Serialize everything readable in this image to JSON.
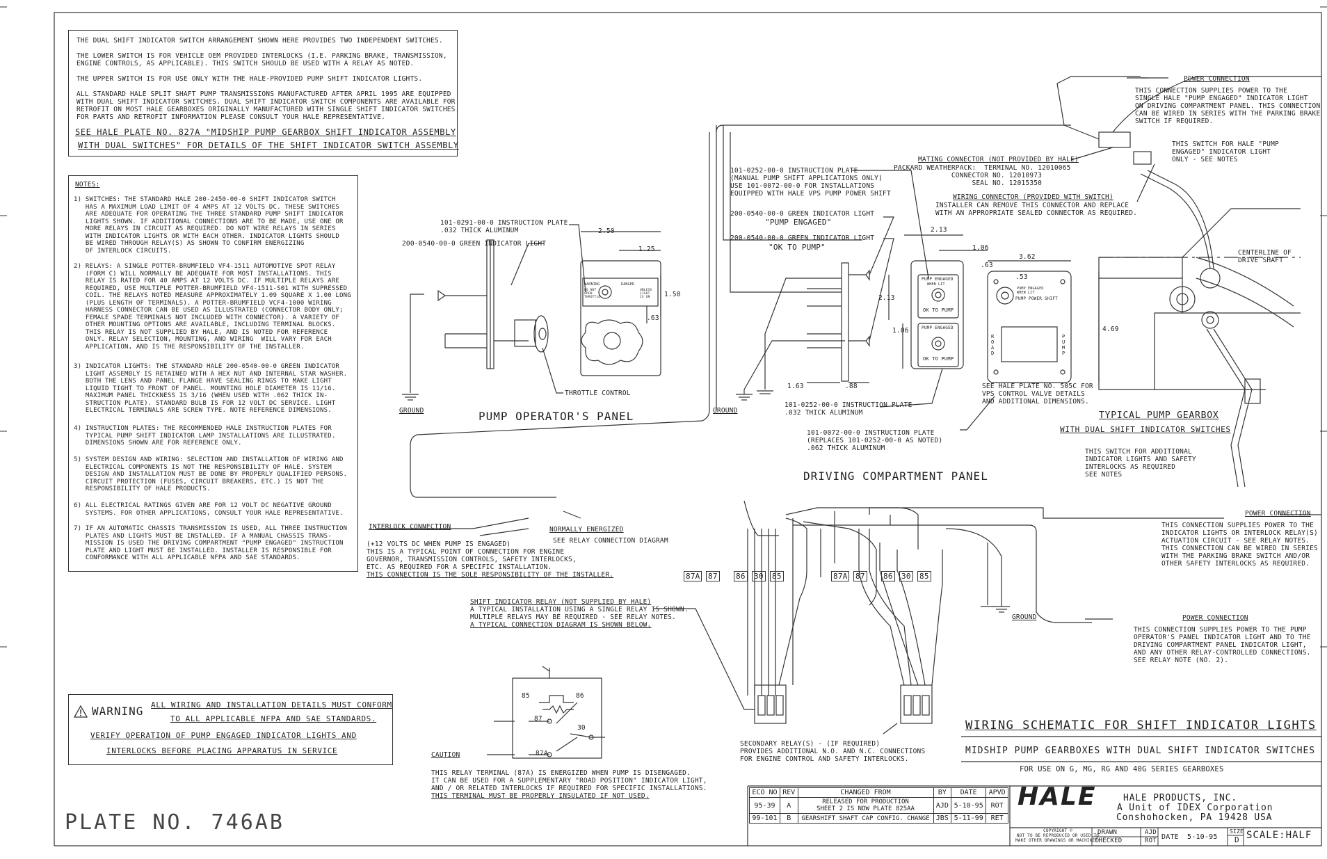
{
  "intro_box": {
    "line1": "THE DUAL SHIFT INDICATOR SWITCH ARRANGEMENT SHOWN HERE PROVIDES TWO INDEPENDENT SWITCHES.",
    "para2": "THE LOWER SWITCH IS FOR VEHICLE OEM PROVIDED INTERLOCKS (I.E. PARKING BRAKE, TRANSMISSION,\nENGINE CONTROLS, AS APPLICABLE). THIS SWITCH SHOULD BE USED WITH A RELAY AS NOTED.",
    "para3": "THE UPPER SWITCH IS FOR USE ONLY WITH THE HALE-PROVIDED PUMP SHIFT INDICATOR LIGHTS.",
    "para4": "ALL STANDARD HALE SPLIT SHAFT PUMP TRANSMISSIONS MANUFACTURED AFTER APRIL 1995 ARE EQUIPPED\nWITH DUAL SHIFT INDICATOR SWITCHES. DUAL SHIFT INDICATOR SWITCH COMPONENTS ARE AVAILABLE FOR\nRETROFIT ON MOST HALE GEARBOXES ORIGINALLY MANUFACTURED WITH SINGLE SHIFT INDICATOR SWITCHES.\nFOR PARTS AND RETROFIT INFORMATION PLEASE CONSULT YOUR HALE REPRESENTATIVE.",
    "see1": "SEE HALE PLATE NO. 827A \"MIDSHIP PUMP GEARBOX SHIFT INDICATOR ASSEMBLY",
    "see2": "WITH DUAL SWITCHES\" FOR DETAILS OF THE SHIFT INDICATOR SWITCH ASSEMBLY"
  },
  "notes": {
    "heading": "NOTES:",
    "n1": "1) SWITCHES: THE STANDARD HALE 200-2450-00-0 SHIFT INDICATOR SWITCH\n   HAS A MAXIMUM LOAD LIMIT OF 4 AMPS AT 12 VOLTS DC. THESE SWITCHES\n   ARE ADEQUATE FOR OPERATING THE THREE STANDARD PUMP SHIFT INDICATOR\n   LIGHTS SHOWN. IF ADDITIONAL CONNECTIONS ARE TO BE MADE, USE ONE OR\n   MORE RELAYS IN CIRCUIT AS REQUIRED. DO NOT WIRE RELAYS IN SERIES\n   WITH INDICATOR LIGHTS OR WITH EACH OTHER. INDICATOR LIGHTS SHOULD\n   BE WIRED THROUGH RELAY(S) AS SHOWN TO CONFIRM ENERGIZING\n   OF INTERLOCK CIRCUITS.",
    "n2": "2) RELAYS: A SINGLE POTTER-BRUMFIELD VF4-1511 AUTOMOTIVE SPOT RELAY\n   (FORM C) WILL NORMALLY BE ADEQUATE FOR MOST INSTALLATIONS. THIS\n   RELAY IS RATED FOR 40 AMPS AT 12 VOLTS DC. IF MULTIPLE RELAYS ARE\n   REQUIRED, USE MULTIPLE POTTER-BRUMFIELD VF4-1511-S01 WITH SUPRESSED\n   COIL. THE RELAYS NOTED MEASURE APPROXIMATELY 1.09 SQUARE X 1.00 LONG\n   (PLUS LENGTH OF TERMINALS). A POTTER-BRUMFIELD VCF4-1000 WIRING\n   HARNESS CONNECTOR CAN BE USED AS ILLUSTRATED (CONNECTOR BODY ONLY;\n   FEMALE SPADE TERMINALS NOT INCLUDED WITH CONNECTOR). A VARIETY OF\n   OTHER MOUNTING OPTIONS ARE AVAILABLE, INCLUDING TERMINAL BLOCKS.\n   THIS RELAY IS NOT SUPPLIED BY HALE, AND IS NOTED FOR REFERENCE\n   ONLY. RELAY SELECTION, MOUNTING, AND WIRING  WILL VARY FOR EACH\n   APPLICATION, AND IS THE RESPONSIBILITY OF THE INSTALLER.",
    "n3": "3) INDICATOR LIGHTS: THE STANDARD HALE 200-0540-00-0 GREEN INDICATOR\n   LIGHT ASSEMBLY IS RETAINED WITH A HEX NUT AND INTERNAL STAR WASHER.\n   BOTH THE LENS AND PANEL FLANGE HAVE SEALING RINGS TO MAKE LIGHT\n   LIQUID TIGHT TO FRONT OF PANEL. MOUNTING HOLE DIAMETER IS 11/16.\n   MAXIMUM PANEL THICKNESS IS 3/16 (WHEN USED WITH .062 THICK IN-\n   STRUCTION PLATE). STANDARD BULB IS FOR 12 VOLT DC SERVICE. LIGHT\n   ELECTRICAL TERMINALS ARE SCREW TYPE. NOTE REFERENCE DIMENSIONS.",
    "n4": "4) INSTRUCTION PLATES: THE RECOMMENDED HALE INSTRUCTION PLATES FOR\n   TYPICAL PUMP SHIFT INDICATOR LAMP INSTALLATIONS ARE ILLUSTRATED.\n   DIMENSIONS SHOWN ARE FOR REFERENCE ONLY.",
    "n5": "5) SYSTEM DESIGN AND WIRING: SELECTION AND INSTALLATION OF WIRING AND\n   ELECTRICAL COMPONENTS IS NOT THE RESPONSIBILITY OF HALE. SYSTEM\n   DESIGN AND INSTALLATION MUST BE DONE BY PROPERLY QUALIFIED PERSONS.\n   CIRCUIT PROTECTION (FUSES, CIRCUIT BREAKERS, ETC.) IS NOT THE\n   RESPONSIBILITY OF HALE PRODUCTS.",
    "n6": "6) ALL ELECTRICAL RATINGS GIVEN ARE FOR 12 VOLT DC NEGATIVE GROUND\n   SYSTEMS. FOR OTHER APPLICATIONS, CONSULT YOUR HALE REPRESENTATIVE.",
    "n7": "7) IF AN AUTOMATIC CHASSIS TRANSMISSION IS USED, ALL THREE INSTRUCTION\n   PLATES AND LIGHTS MUST BE INSTALLED. IF A MANUAL CHASSIS TRANS-\n   MISSION IS USED THE DRIVING COMPARTMENT \"PUMP ENGAGED\" INSTRUCTION\n   PLATE AND LIGHT MUST BE INSTALLED. INSTALLER IS RESPONSIBLE FOR\n   CONFORMANCE WITH ALL APPLICABLE NFPA AND SAE STANDARDS."
  },
  "warning": {
    "label": "WARNING",
    "l1": "ALL WIRING AND INSTALLATION DETAILS MUST CONFORM",
    "l2": "TO ALL APPLICABLE NFPA AND SAE STANDARDS.",
    "l3": "VERIFY OPERATION OF PUMP ENGAGED INDICATOR LIGHTS AND",
    "l4": "INTERLOCKS BEFORE PLACING APPARATUS IN SERVICE"
  },
  "plate_no": "PLATE NO. 746AB",
  "pump_panel": {
    "title": "PUMP OPERATOR'S PANEL",
    "plate_label": "101-0291-00-0 INSTRUCTION PLATE\n.032 THICK ALUMINUM",
    "light_label": "200-0540-00-0 GREEN INDICATOR LIGHT",
    "throttle": "THROTTLE CONTROL",
    "ground": "GROUND",
    "dim_250": "2.50",
    "dim_125": "1.25",
    "dim_150": "1.50",
    "dim_063": ".63",
    "warn1": "WARNING",
    "warn2": "DANGER",
    "warn_small": "DO NOT\nOPEN\nTHROTTLE",
    "warn_small2": "UNLESS\nLIGHT\nIS ON"
  },
  "driving_panel": {
    "title": "DRIVING COMPARTMENT PANEL",
    "plate_label": "101-0252-00-0 INSTRUCTION PLATE\n(MANUAL PUMP SHIFT APPLICATIONS ONLY)\nUSE 101-0072-00-0 FOR INSTALLATIONS\nEQUIPPED WITH HALE VPS PUMP POWER SHIFT",
    "light1": "200-0540-00-0 GREEN INDICATOR LIGHT",
    "light1_q": "\"PUMP ENGAGED\"",
    "light2": "200-0540-00-0 GREEN INDICATOR LIGHT",
    "light2_q": "\"OK TO PUMP\"",
    "plate2": "101-0252-00-0 INSTRUCTION PLATE\n.032 THICK ALUMINUM",
    "plate3": "101-0072-00-0 INSTRUCTION PLATE\n(REPLACES 101-0252-00-0 AS NOTED)\n.062 THICK ALUMINUM",
    "ground": "GROUND",
    "dim_213a": "2.13",
    "dim_106a": "1.06",
    "dim_213b": "2.13",
    "dim_106b": "1.06",
    "dim_163": "1.63",
    "dim_088": ".88",
    "lbl_pe": "PUMP ENGAGED",
    "lbl_wl": "WHEN LIT",
    "lbl_ok": "OK TO PUMP",
    "lbl_pe2": "PUMP ENGAGED",
    "lbl_ok2": "OK TO PUMP"
  },
  "vps": {
    "dim_362": "3.62",
    "dim_063": ".63",
    "dim_053": ".53",
    "dim_469": "4.69",
    "l1": "PUMP ENGAGED\nWHEN LIT",
    "l2": "PUMP POWER SHIFT",
    "road": "ROAD",
    "pump": "PUMP",
    "see": "SEE HALE PLATE NO. 505C FOR\nVPS CONTROL VALVE DETAILS\nAND ADDITIONAL DIMENSIONS."
  },
  "connector": {
    "mating": "MATING CONNECTOR (NOT PROVIDED BY HALE)",
    "packard": "PACKARD WEATHERPACK:  TERMINAL NO. 12010065\n              CONNECTOR NO. 12010973\n                   SEAL NO. 12015350",
    "wiring": "WIRING CONNECTOR (PROVIDED WITH SWITCH)",
    "installer": "INSTALLER CAN REMOVE THIS CONNECTOR AND REPLACE\nWITH AN APPROPRIATE SEALED CONNECTOR AS REQUIRED."
  },
  "power1": {
    "title": "POWER CONNECTION",
    "text": "THIS CONNECTION SUPPLIES POWER TO THE\nSINGLE HALE \"PUMP ENGAGED\" INDICATOR LIGHT\nON DRIVING COMPARTMENT PANEL. THIS CONNECTION\nCAN BE WIRED IN SERIES WITH THE PARKING BRAKE\nSWITCH IF REQUIRED."
  },
  "switch_hale": "THIS SWITCH FOR HALE \"PUMP\nENGAGED\" INDICATOR LIGHT\nONLY - SEE NOTES",
  "centerline": "CENTERLINE OF\nDRIVE SHAFT",
  "gearbox": {
    "title": "TYPICAL PUMP GEARBOX",
    "sub": "WITH DUAL SHIFT INDICATOR SWITCHES"
  },
  "switch_add": "THIS SWITCH FOR ADDITIONAL\nINDICATOR LIGHTS AND SAFETY\nINTERLOCKS AS REQUIRED\nSEE NOTES",
  "power2": {
    "title": "POWER CONNECTION",
    "text": "THIS CONNECTION SUPPLIES POWER TO THE\nINDICATOR LIGHTS OR INTERLOCK RELAY(S)\nACTUATION CIRCUIT - SEE RELAY NOTES.\nTHIS CONNECTION CAN BE WIRED IN SERIES\nWITH THE PARKING BRAKE SWITCH AND/OR\nOTHER SAFETY INTERLOCKS AS REQUIRED."
  },
  "power3": {
    "title": "POWER CONNECTION",
    "text": "THIS CONNECTION SUPPLIES POWER TO THE PUMP\nOPERATOR'S PANEL INDICATOR LIGHT AND TO THE\nDRIVING COMPARTMENT PANEL INDICATOR LIGHT,\nAND ANY OTHER RELAY-CONTROLLED CONNECTIONS.\nSEE RELAY NOTE (NO. 2)."
  },
  "interlock": {
    "title": "INTERLOCK CONNECTION",
    "text": "(+12 VOLTS DC WHEN PUMP IS ENGAGED)\nTHIS IS A TYPICAL POINT OF CONNECTION FOR ENGINE\nGOVERNOR, TRANSMISSION CONTROLS, SAFETY INTERLOCKS,\nETC. AS REQUIRED FOR A SPECIFIC INSTALLATION.",
    "last": "THIS CONNECTION IS THE SOLE RESPONSIBILITY OF THE INSTALLER.",
    "normally": "NORMALLY ENERGIZED",
    "see": "SEE RELAY CONNECTION DIAGRAM"
  },
  "terminals1": [
    "87A",
    "87",
    "86",
    "30",
    "85"
  ],
  "terminals2": [
    "87A",
    "87",
    "86",
    "30",
    "85"
  ],
  "ground_relay": "GROUND",
  "relay_note": {
    "title": "SHIFT INDICATOR RELAY (NOT SUPPLIED BY HALE)",
    "text": "A TYPICAL INSTALLATION USING A SINGLE RELAY IS SHOWN.\nMULTIPLE RELAYS MAY BE REQUIRED - SEE RELAY NOTES.",
    "last": "A TYPICAL CONNECTION DIAGRAM IS SHOWN BELOW."
  },
  "relay_diag": {
    "t85": "85",
    "t86": "86",
    "t87": "87",
    "t30": "30",
    "t87a": "87A",
    "caution": "CAUTION",
    "text": "THIS RELAY TERMINAL (87A) IS ENERGIZED WHEN PUMP IS DISENGAGED.\nIT CAN BE USED FOR A SUPPLEMENTARY \"ROAD POSITION\" INDICATOR LIGHT,\nAND / OR RELATED INTERLOCKS IF REQUIRED FOR SPECIFIC INSTALLATIONS.",
    "last": "THIS TERMINAL MUST BE PROPERLY INSULATED IF NOT USED."
  },
  "secondary": "SECONDARY RELAY(S) - (IF REQUIRED)\nPROVIDES ADDITIONAL N.O. AND N.C. CONNECTIONS\nFOR ENGINE CONTROL AND SAFETY INTERLOCKS.",
  "title_block": {
    "t1": "WIRING SCHEMATIC FOR SHIFT INDICATOR LIGHTS",
    "t2": "MIDSHIP PUMP GEARBOXES WITH DUAL SHIFT INDICATOR SWITCHES",
    "t3": "FOR USE ON G, MG, RG AND 40G SERIES GEARBOXES",
    "headers": [
      "ECO NO",
      "REV",
      "CHANGED FROM",
      "BY",
      "DATE",
      "APVD"
    ],
    "rows": [
      [
        "95-39",
        "A",
        "RELEASED FOR PRODUCTION\nSHEET 2 IS NOW PLATE 825AA",
        "AJD",
        "5-10-95",
        "ROT"
      ],
      [
        "99-101",
        "B",
        "GEARSHIFT SHAFT CAP CONFIG. CHANGE",
        "JBS",
        "5-11-99",
        "RET"
      ]
    ],
    "company": "HALE",
    "c1": "HALE PRODUCTS, INC.",
    "c2": "A Unit of IDEX Corporation",
    "c3": "Conshohocken, PA 19428 USA",
    "copyright": "COPYRIGHT ©\nNOT TO BE REPRODUCED OR USED TO\nMAKE OTHER DRAWINGS OR MACHINERY",
    "drawn": "DRAWN",
    "drawn_by": "AJD",
    "checked": "CHECKED",
    "checked_by": "ROT",
    "date_lbl": "DATE",
    "date": "5-10-95",
    "size_lbl": "SIZE",
    "size": "D",
    "scale": "SCALE:HALF"
  }
}
